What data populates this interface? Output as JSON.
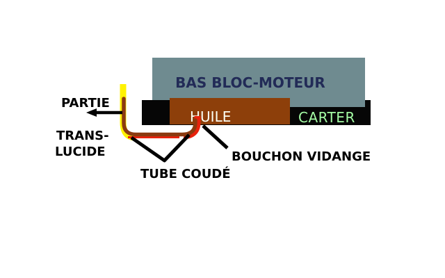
{
  "diagram": {
    "blocks": {
      "engine_block": {
        "label": "BAS BLOC-MOTEUR"
      },
      "oil": {
        "label": "HUILE"
      },
      "sump": {
        "label": "CARTER"
      }
    },
    "labels": {
      "partie": "PARTIE",
      "translucide_line1": "TRANS-",
      "translucide_line2": "LUCIDE",
      "tube_coude": "TUBE COUDÉ",
      "bouchon_vidange": "BOUCHON VIDANGE"
    }
  },
  "colors": {
    "background": "#FFFFFF",
    "engine_block": "#6F8B90",
    "oil_brown": "#8D3F0A",
    "sump_black": "#060606",
    "tube_maroon": "#8B3A10",
    "tube_highlight_red": "#E8220C",
    "translucent_yellow": "#FFF200",
    "engine_text_navy": "#222B57",
    "oil_text": "#FCFFF4",
    "sump_text_green": "#A4FCA4",
    "label_text": "#000000"
  }
}
